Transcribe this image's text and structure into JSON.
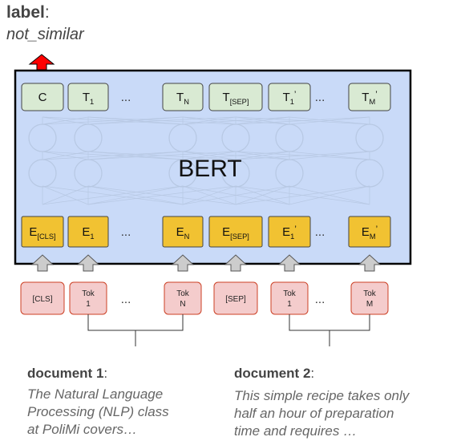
{
  "header": {
    "label_title": "label",
    "label_value": "not_similar"
  },
  "model_name": "BERT",
  "output_boxes": [
    {
      "main": "C",
      "sub": "",
      "prime": ""
    },
    {
      "main": "T",
      "sub": "1",
      "prime": ""
    },
    {
      "main": "...",
      "sub": "",
      "prime": ""
    },
    {
      "main": "T",
      "sub": "N",
      "prime": ""
    },
    {
      "main": "T",
      "sub": "[SEP]",
      "prime": ""
    },
    {
      "main": "T",
      "sub": "1",
      "prime": "’"
    },
    {
      "main": "...",
      "sub": "",
      "prime": ""
    },
    {
      "main": "T",
      "sub": "M",
      "prime": "’"
    }
  ],
  "embedding_boxes": [
    {
      "main": "E",
      "sub": "[CLS]",
      "prime": ""
    },
    {
      "main": "E",
      "sub": "1",
      "prime": ""
    },
    {
      "main": "...",
      "sub": "",
      "prime": ""
    },
    {
      "main": "E",
      "sub": "N",
      "prime": ""
    },
    {
      "main": "E",
      "sub": "[SEP]",
      "prime": ""
    },
    {
      "main": "E",
      "sub": "1",
      "prime": "’"
    },
    {
      "main": "...",
      "sub": "",
      "prime": ""
    },
    {
      "main": "E",
      "sub": "M",
      "prime": "’"
    }
  ],
  "token_boxes": [
    {
      "line1": "[CLS]",
      "line2": ""
    },
    {
      "line1": "Tok",
      "line2": "1"
    },
    {
      "line1": "...",
      "line2": ""
    },
    {
      "line1": "Tok",
      "line2": "N"
    },
    {
      "line1": "[SEP]",
      "line2": ""
    },
    {
      "line1": "Tok",
      "line2": "1"
    },
    {
      "line1": "...",
      "line2": ""
    },
    {
      "line1": "Tok",
      "line2": "M"
    }
  ],
  "documents": [
    {
      "title": "document 1",
      "text_lines": [
        "The Natural Language",
        "Processing (NLP) class",
        "at PoliMi covers…"
      ]
    },
    {
      "title": "document 2",
      "text_lines": [
        "This simple recipe takes only",
        "half an hour of preparation",
        "time and requires …"
      ]
    }
  ],
  "colors": {
    "bert_bg": "#c9daf8",
    "output_box": "#d9ead3",
    "embedding_box": "#f1c232",
    "token_box": "#f4cccc",
    "token_border": "#cc4125",
    "arrow_red": "#ff0000",
    "arrow_gray": "#cccccc"
  }
}
